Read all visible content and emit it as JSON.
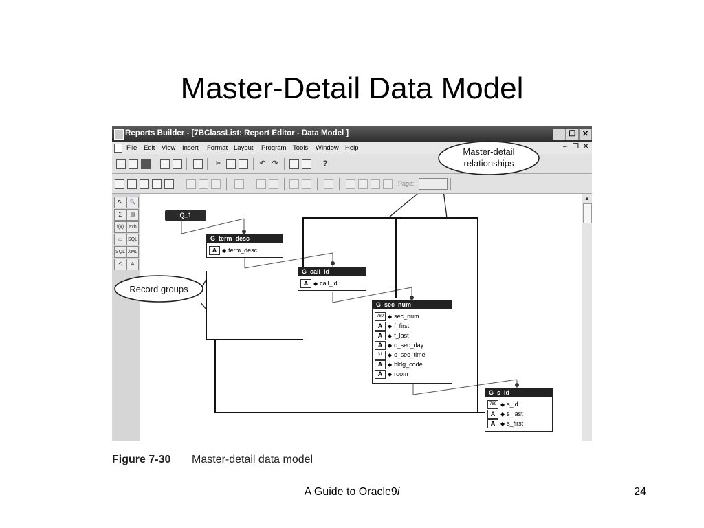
{
  "slide": {
    "title": "Master-Detail Data Model",
    "caption_label": "Figure 7-30",
    "caption_text": "Master-detail data model",
    "footer_text": "A Guide to Oracle9",
    "footer_italic": "i",
    "page_number": "24"
  },
  "window": {
    "title": "Reports Builder - [7BClassList: Report Editor - Data Model ]",
    "buttons": {
      "minimize": "_",
      "restore": "❐",
      "close": "✕"
    }
  },
  "menu": {
    "items": [
      "File",
      "Edit",
      "View",
      "Insert",
      "Format",
      "Layout",
      "Program",
      "Tools",
      "Window",
      "Help"
    ],
    "mdi_controls": {
      "minimize": "–",
      "restore": "❐",
      "close": "✕"
    }
  },
  "toolbar2": {
    "page_label": "Page:"
  },
  "tool_palette": {
    "tools": [
      "↖",
      "🔍",
      "Σ",
      "▤",
      "f(x)",
      "axb",
      "▭",
      "SQL",
      "SQL",
      "XML",
      "⟲",
      "A"
    ]
  },
  "data_model": {
    "query": "Q_1",
    "groups": [
      {
        "name": "G_term_desc",
        "items": [
          {
            "type": "A",
            "name": "term_desc"
          }
        ]
      },
      {
        "name": "G_call_id",
        "items": [
          {
            "type": "A",
            "name": "call_id"
          }
        ]
      },
      {
        "name": "G_sec_num",
        "items": [
          {
            "type": "789",
            "name": "sec_num"
          },
          {
            "type": "A",
            "name": "f_first"
          },
          {
            "type": "A",
            "name": "f_last"
          },
          {
            "type": "A",
            "name": "c_sec_day"
          },
          {
            "type": "31",
            "name": "c_sec_time"
          },
          {
            "type": "A",
            "name": "bldg_code"
          },
          {
            "type": "A",
            "name": "room"
          }
        ]
      },
      {
        "name": "G_s_id",
        "items": [
          {
            "type": "789",
            "name": "s_id"
          },
          {
            "type": "A",
            "name": "s_last"
          },
          {
            "type": "A",
            "name": "s_first"
          }
        ]
      }
    ]
  },
  "callouts": {
    "master_detail_line1": "Master-detail",
    "master_detail_line2": "relationships",
    "record_groups": "Record groups"
  }
}
